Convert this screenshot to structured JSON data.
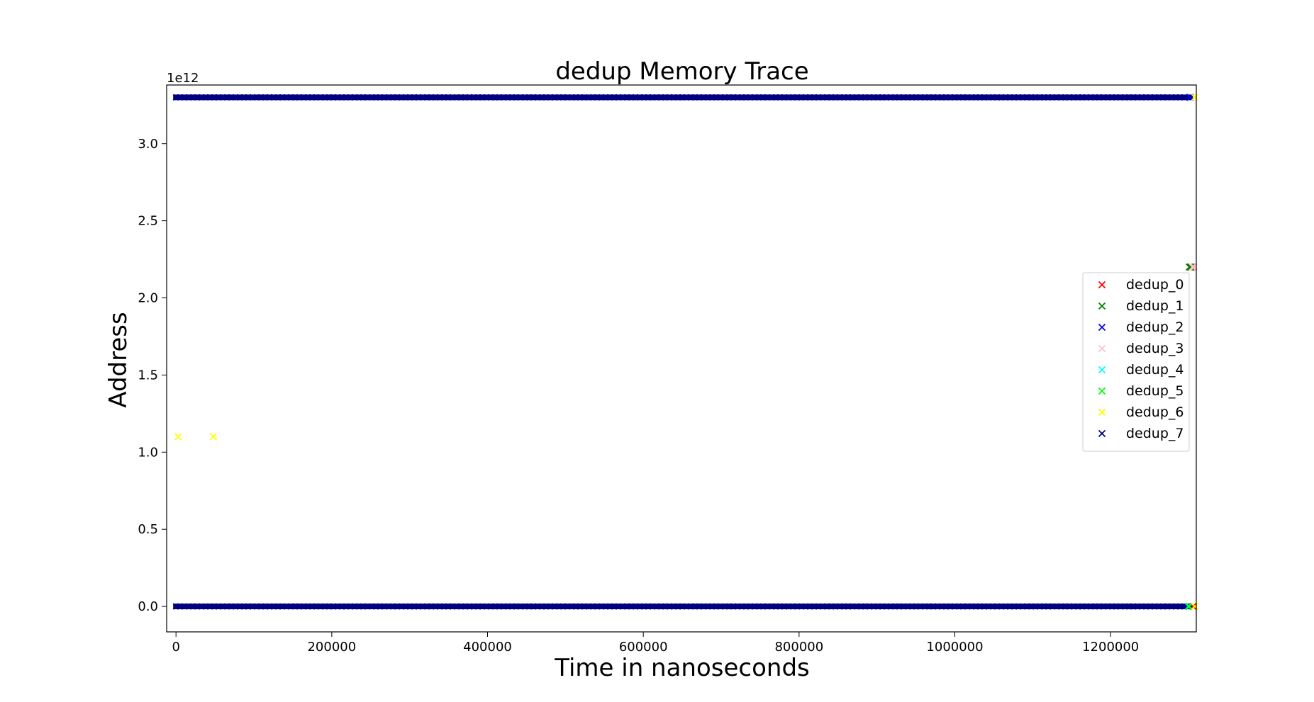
{
  "chart_data": {
    "type": "scatter",
    "title": "dedup Memory Trace",
    "xlabel": "Time in nanoseconds",
    "ylabel": "Address",
    "y_offset_text": "1e12",
    "y_multiplier": 1000000000000.0,
    "xlim": [
      -12000,
      1310000
    ],
    "ylim": [
      -0.165,
      3.38
    ],
    "xticks": [
      0,
      200000,
      400000,
      600000,
      800000,
      1000000,
      1200000
    ],
    "xtick_labels": [
      "0",
      "200000",
      "400000",
      "600000",
      "800000",
      "1000000",
      "1200000"
    ],
    "yticks": [
      0.0,
      0.5,
      1.0,
      1.5,
      2.0,
      2.5,
      3.0
    ],
    "ytick_labels": [
      "0.0",
      "0.5",
      "1.0",
      "1.5",
      "2.0",
      "2.5",
      "3.0"
    ],
    "marker": "x",
    "legend_position": "center-right",
    "series": [
      {
        "name": "dedup_0",
        "color": "#ff0000",
        "points": [
          [
            1302000,
            2.2
          ],
          [
            1304000,
            2.2
          ],
          [
            1306000,
            0.0
          ]
        ]
      },
      {
        "name": "dedup_1",
        "color": "#008000",
        "points": [
          [
            1301000,
            2.2
          ],
          [
            1303000,
            2.2
          ]
        ]
      },
      {
        "name": "dedup_2",
        "color": "#0000ff",
        "points": [
          [
            1300000,
            0.0
          ],
          [
            1302000,
            3.3
          ]
        ]
      },
      {
        "name": "dedup_3",
        "color": "#ffc0cb",
        "points": [
          [
            1305000,
            2.2
          ],
          [
            1307000,
            2.2
          ]
        ]
      },
      {
        "name": "dedup_4",
        "color": "#00ffff",
        "points": [
          [
            1300000,
            0.0
          ]
        ]
      },
      {
        "name": "dedup_5",
        "color": "#00ff00",
        "points": [
          [
            1301000,
            0.0
          ]
        ]
      },
      {
        "name": "dedup_6",
        "color": "#ffff00",
        "points": [
          [
            3000,
            1.1
          ],
          [
            48000,
            1.1
          ],
          [
            1308000,
            3.3
          ],
          [
            1308000,
            0.0
          ]
        ]
      },
      {
        "name": "dedup_7",
        "color": "#000080",
        "dense_bands": [
          {
            "y": 3.3,
            "x_start": 0,
            "x_end": 1302000
          },
          {
            "y": 0.0,
            "x_start": 0,
            "x_end": 1302000
          }
        ]
      }
    ]
  }
}
